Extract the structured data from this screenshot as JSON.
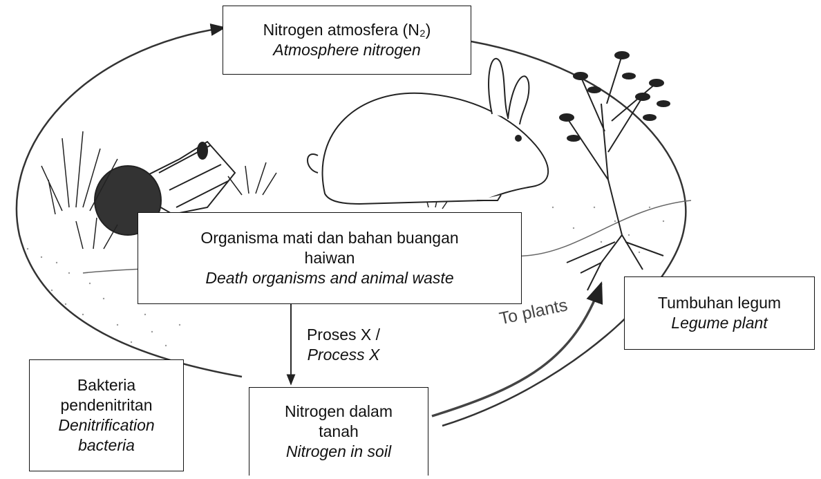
{
  "atmosphere_box": {
    "line1": "Nitrogen atmosfera (N₂)",
    "line2": "Atmosphere nitrogen"
  },
  "dead_box": {
    "line1": "Organisma mati dan bahan buangan",
    "line2": "haiwan",
    "line3": "Death organisms and animal waste"
  },
  "legume_box": {
    "line1": "Tumbuhan legum",
    "line2": "Legume plant"
  },
  "denitrification_box": {
    "line1": "Bakteria",
    "line2": "pendenitritan",
    "line3": "Denitrification",
    "line4": "bacteria"
  },
  "soil_box": {
    "line1": "Nitrogen dalam",
    "line2": "tanah",
    "line3": "Nitrogen in soil"
  },
  "process_label": {
    "line1": "Proses X /",
    "line2": "Process X"
  },
  "illustration": {
    "to_plants": "To plants"
  }
}
